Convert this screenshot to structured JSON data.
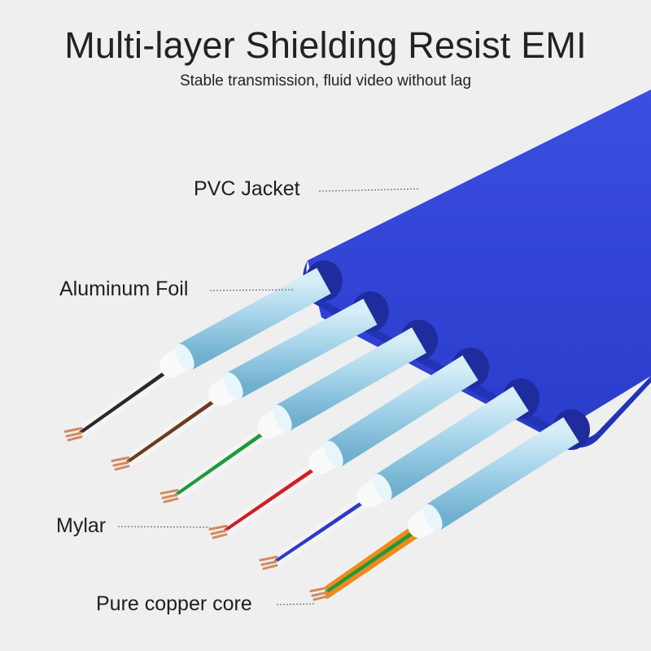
{
  "header": {
    "title": "Multi-layer Shielding Resist EMI",
    "subtitle": "Stable transmission, fluid video without lag"
  },
  "callouts": {
    "pvc_jacket": "PVC Jacket",
    "aluminum_foil": "Aluminum Foil",
    "mylar": "Mylar",
    "copper_core": "Pure copper core"
  },
  "colors": {
    "background": "#efefef",
    "jacket": "#2b3fcf",
    "foil": "#9fd0e6",
    "copper": "#d48a5e"
  },
  "pairs": [
    {
      "name": "pair-1",
      "color_a": "#2a2a2a",
      "color_b": "#f4f4f4"
    },
    {
      "name": "pair-2",
      "color_a": "#6b3b22",
      "color_b": "#f4f4f4"
    },
    {
      "name": "pair-3",
      "color_a": "#1f9a3a",
      "color_b": "#f4f4f4"
    },
    {
      "name": "pair-4",
      "color_a": "#cf2027",
      "color_b": "#f4f4f4"
    },
    {
      "name": "pair-5",
      "color_a": "#2c3cc8",
      "color_b": "#f4f4f4"
    },
    {
      "name": "pair-6",
      "color_a": "#1f9a3a",
      "color_b": "#f08a1c"
    }
  ]
}
